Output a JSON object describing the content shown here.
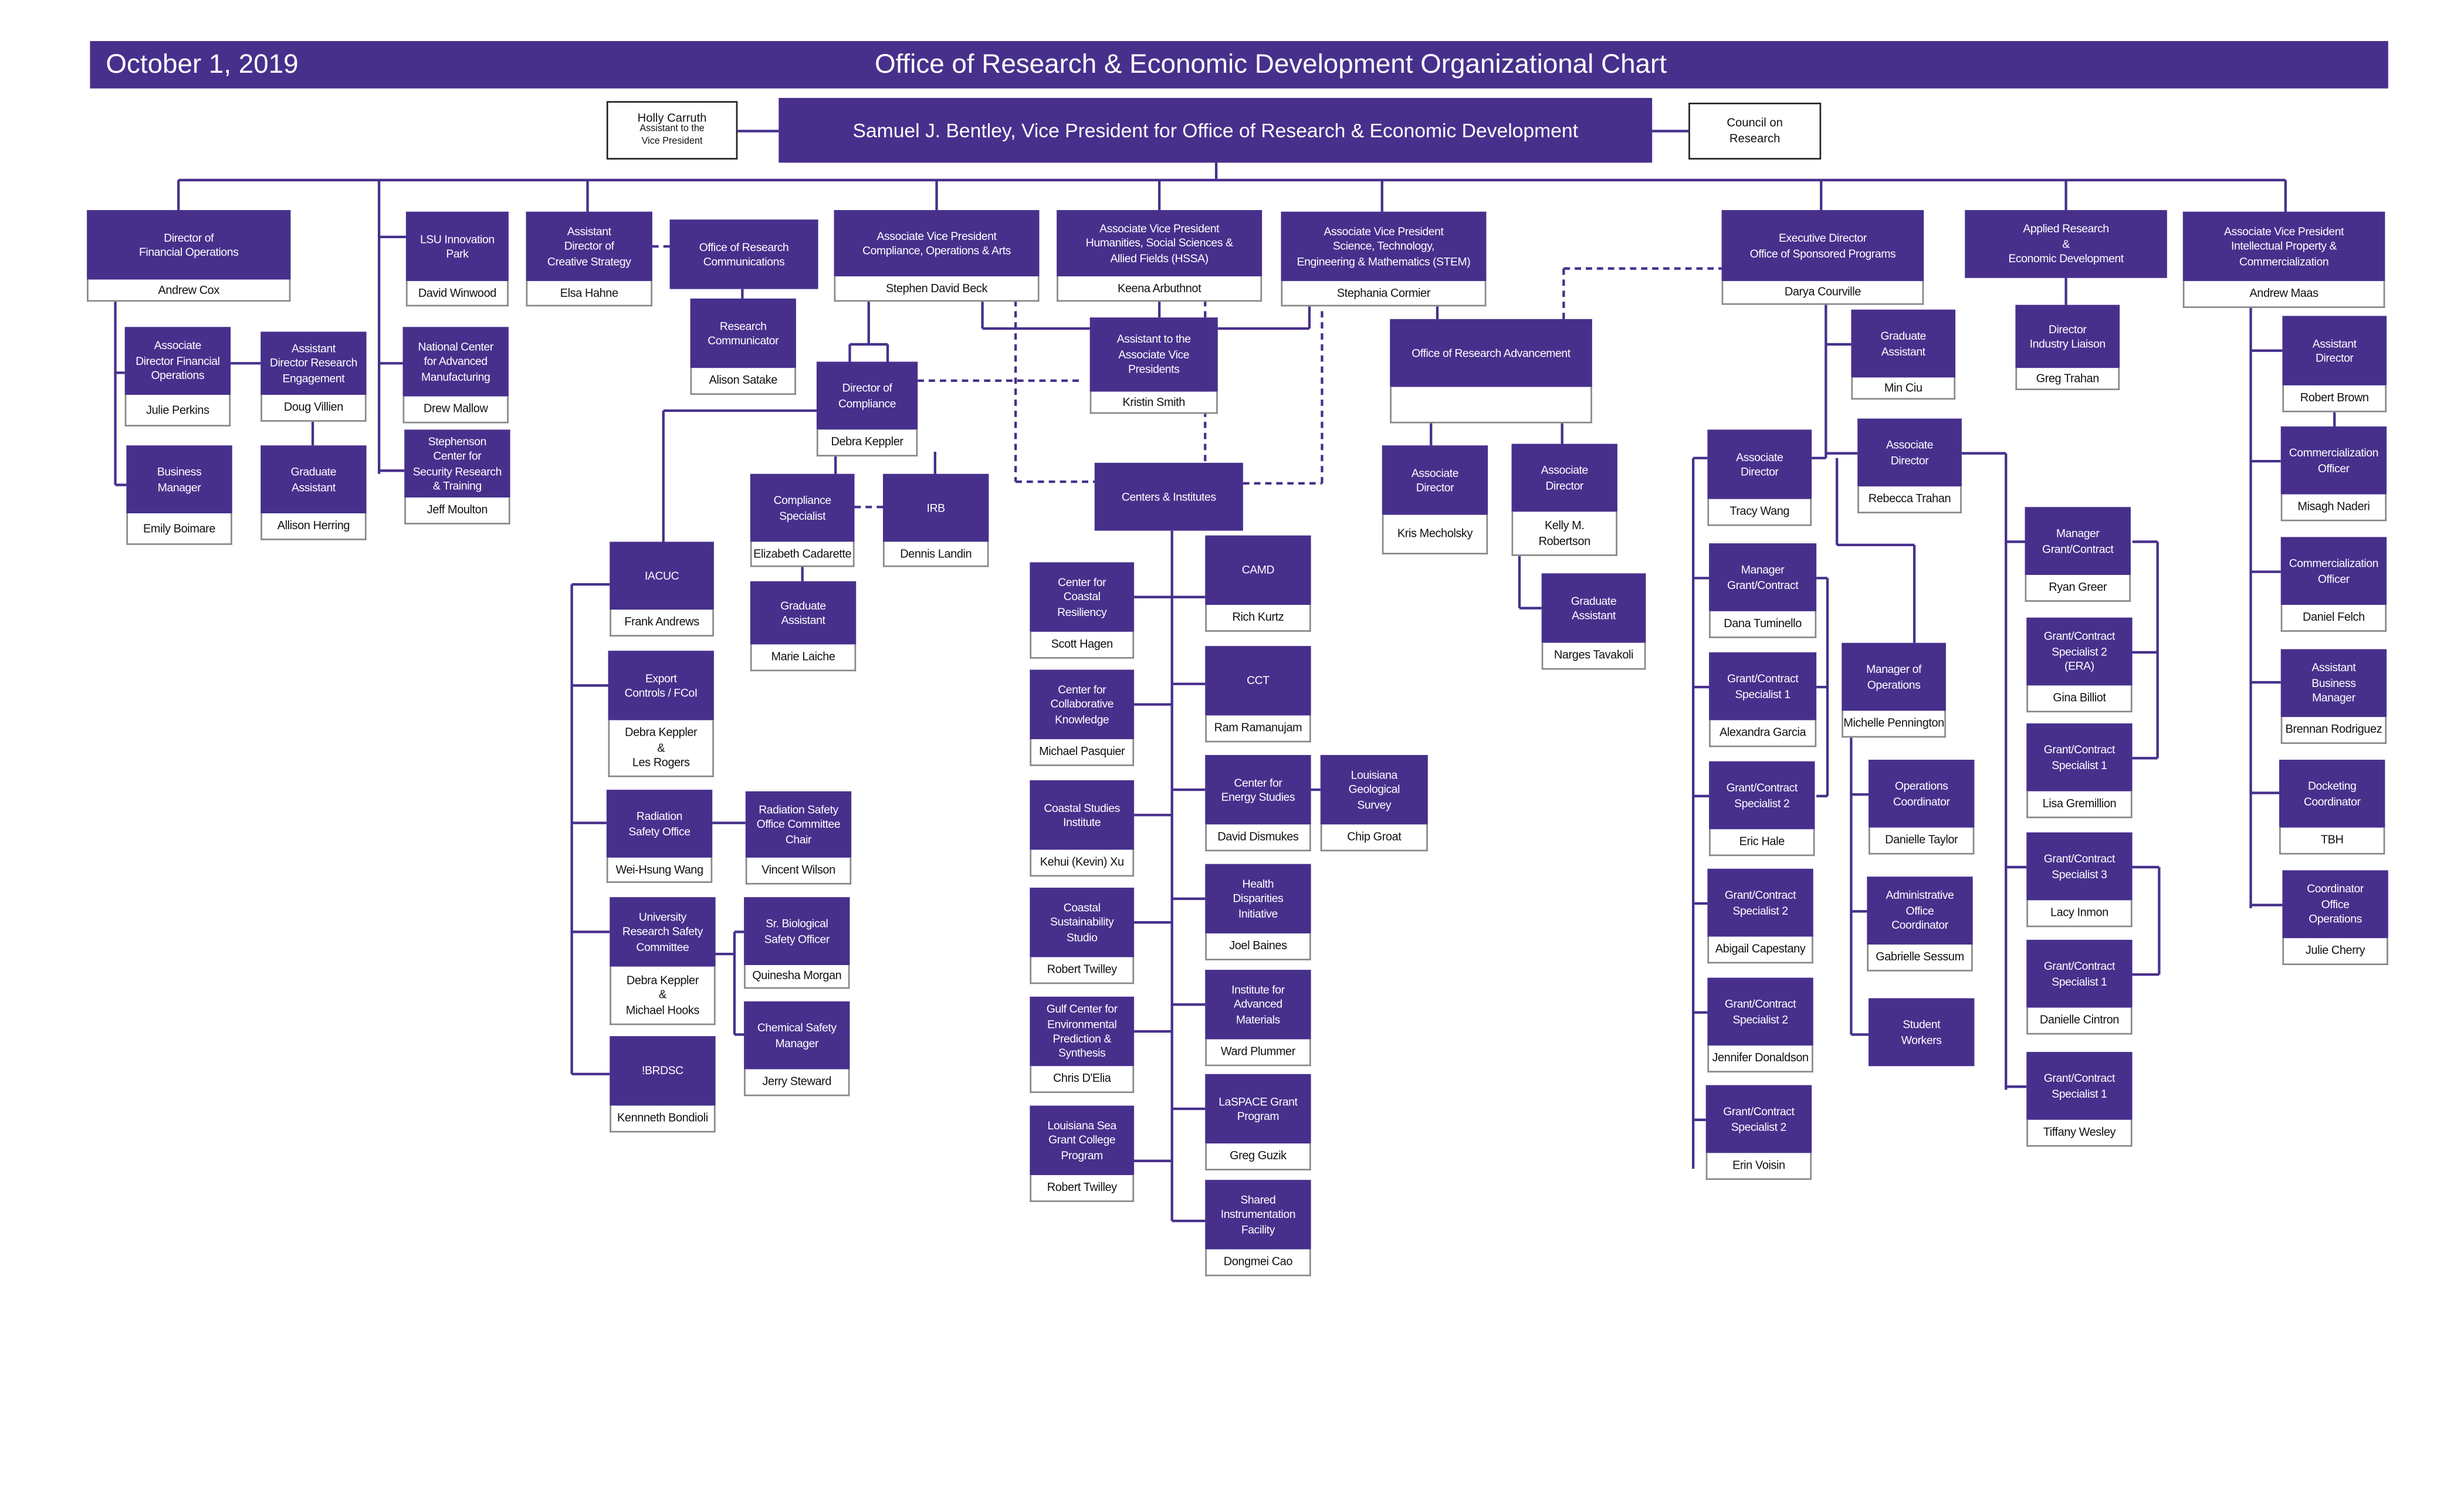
{
  "header": {
    "date": "October 1, 2019",
    "title": "Office of Research & Economic Development Organizational Chart"
  },
  "top": {
    "assistant_name": "Holly Carruth",
    "assistant_role": "Assistant to the\nVice President",
    "vp": "Samuel J. Bentley, Vice President for Office of Research & Economic Development",
    "council": "Council on\nResearch"
  },
  "colors": {
    "primary": "#47308c",
    "line": "#47308c"
  },
  "nodes": {
    "fin": {
      "title": "Director of\nFinancial Operations",
      "name": "Andrew Cox"
    },
    "assocFin": {
      "title": "Associate\nDirector Financial\nOperations",
      "name": "Julie Perkins"
    },
    "asstResEng": {
      "title": "Assistant\nDirector Research\nEngagement",
      "name": "Doug Villien"
    },
    "bizMgr": {
      "title": "Business\nManager",
      "name": "Emily Boimare"
    },
    "grad1": {
      "title": "Graduate\nAssistant",
      "name": "Allison Herring"
    },
    "lsuPark": {
      "title": "LSU Innovation\nPark",
      "name": "David Winwood"
    },
    "ncam": {
      "title": "National Center\nfor Advanced\nManufacturing",
      "name": "Drew Mallow"
    },
    "stephenson": {
      "title": "Stephenson\nCenter for\nSecurity Research\n& Training",
      "name": "Jeff Moulton"
    },
    "creative": {
      "title": "Assistant\nDirector of\nCreative Strategy",
      "name": "Elsa Hahne"
    },
    "orc": {
      "title": "Office of Research\nCommunications"
    },
    "resComm": {
      "title": "Research\nCommunicator",
      "name": "Alison Satake"
    },
    "avpComp": {
      "title": "Associate Vice President\nCompliance,  Operations & Arts",
      "name": "Stephen David Beck"
    },
    "avpHssa": {
      "title": "Associate Vice President\nHumanities, Social Sciences &\nAllied Fields  (HSSA)",
      "name": "Keena Arbuthnot"
    },
    "avpStem": {
      "title": "Associate Vice President\nScience, Technology,\nEngineering & Mathematics (STEM)",
      "name": "Stephania Cormier"
    },
    "asstAvp": {
      "title": "Assistant to the\nAssociate Vice\nPresidents",
      "name": "Kristin Smith"
    },
    "dirComp": {
      "title": "Director of\nCompliance",
      "name": "Debra Keppler"
    },
    "compSpec": {
      "title": "Compliance\nSpecialist",
      "name": "Elizabeth Cadarette"
    },
    "irb": {
      "title": "IRB",
      "name": "Dennis Landin"
    },
    "grad2": {
      "title": "Graduate\nAssistant",
      "name": "Marie Laiche"
    },
    "centers": {
      "title": "Centers & Institutes"
    },
    "iacuc": {
      "title": "IACUC",
      "name": "Frank Andrews"
    },
    "export": {
      "title": "Export\nControls / FCoI",
      "name": "Debra Keppler\n&\nLes Rogers"
    },
    "radSafety": {
      "title": "Radiation\nSafety Office",
      "name": "Wei-Hsung Wang"
    },
    "radChair": {
      "title": "Radiation Safety\nOffice Committee\nChair",
      "name": "Vincent Wilson"
    },
    "univRes": {
      "title": "University\nResearch Safety\nCommittee",
      "name": "Debra Keppler\n&\nMichael Hooks"
    },
    "srBio": {
      "title": "Sr. Biological\nSafety Officer",
      "name": "Quinesha Morgan"
    },
    "chem": {
      "title": "Chemical Safety\nManager",
      "name": "Jerry Steward"
    },
    "brdsc": {
      "title": "!BRDSC",
      "name": "Kennneth Bondioli"
    },
    "coastalRes": {
      "title": "Center for\nCoastal\nResiliency",
      "name": "Scott Hagen"
    },
    "collab": {
      "title": "Center for\nCollaborative\nKnowledge",
      "name": "Michael Pasquier"
    },
    "coastalStudies": {
      "title": "Coastal Studies\nInstitute",
      "name": "Kehui (Kevin) Xu"
    },
    "sustain": {
      "title": "Coastal\nSustainability\nStudio",
      "name": "Robert Twilley"
    },
    "gulf": {
      "title": "Gulf Center for\nEnvironmental\nPrediction &\nSynthesis",
      "name": "Chris D'Elia"
    },
    "seaGrant": {
      "title": "Louisiana Sea\nGrant College\nProgram",
      "name": "Robert Twilley"
    },
    "camd": {
      "title": "CAMD",
      "name": "Rich Kurtz"
    },
    "cct": {
      "title": "CCT",
      "name": "Ram Ramanujam"
    },
    "energy": {
      "title": "Center for\nEnergy Studies",
      "name": "David Dismukes"
    },
    "geo": {
      "title": "Louisiana\nGeological\nSurvey",
      "name": "Chip Groat"
    },
    "health": {
      "title": "Health\nDisparities\nInitiative",
      "name": "Joel Baines"
    },
    "iam": {
      "title": "Institute for\nAdvanced\nMaterials",
      "name": "Ward Plummer"
    },
    "laspace": {
      "title": "LaSPACE Grant\nProgram",
      "name": "Greg Guzik"
    },
    "shared": {
      "title": "Shared\nInstrumentation\nFacility",
      "name": "Dongmei Cao"
    },
    "ora": {
      "title": "Office of Research Advancement",
      "name": ""
    },
    "ad1": {
      "title": "Associate\nDirector",
      "name": "Kris Mecholsky"
    },
    "ad2": {
      "title": "Associate\nDirector",
      "name": "Kelly M.\nRobertson"
    },
    "grad3": {
      "title": "Graduate\nAssistant",
      "name": "Narges Tavakoli"
    },
    "execDir": {
      "title": "Executive Director\nOffice of Sponsored Programs",
      "name": "Darya Courville"
    },
    "grad4": {
      "title": "Graduate\nAssistant",
      "name": "Min Ciu"
    },
    "adTracy": {
      "title": "Associate\nDirector",
      "name": "Tracy Wang"
    },
    "adRebecca": {
      "title": "Associate\nDirector",
      "name": "Rebecca Trahan"
    },
    "mgrDana": {
      "title": "Manager\nGrant/Contract",
      "name": "Dana Tuminello"
    },
    "gcAlex": {
      "title": "Grant/Contract\nSpecialist 1",
      "name": "Alexandra Garcia"
    },
    "gcEric": {
      "title": "Grant/Contract\nSpecialist 2",
      "name": "Eric Hale"
    },
    "gcAbigail": {
      "title": "Grant/Contract\nSpecialist 2",
      "name": "Abigail Capestany"
    },
    "gcJennifer": {
      "title": "Grant/Contract\nSpecialist 2",
      "name": "Jennifer Donaldson"
    },
    "gcErin": {
      "title": "Grant/Contract\nSpecialist 2",
      "name": "Erin Voisin"
    },
    "mgrOps": {
      "title": "Manager of\nOperations",
      "name": "Michelle Pennington"
    },
    "opsCoord": {
      "title": "Operations\nCoordinator",
      "name": "Danielle Taylor"
    },
    "adminCoord": {
      "title": "Administrative\nOffice\nCoordinator",
      "name": "Gabrielle Sessum"
    },
    "students": {
      "title": "Student\nWorkers"
    },
    "mgrRyan": {
      "title": "Manager\nGrant/Contract",
      "name": "Ryan Greer"
    },
    "gcGina": {
      "title": "Grant/Contract\nSpecialist  2\n(ERA)",
      "name": "Gina Billiot"
    },
    "gcLisa": {
      "title": "Grant/Contract\nSpecialist 1",
      "name": "Lisa Gremillion"
    },
    "gcLacy": {
      "title": "Grant/Contract\nSpecialist 3",
      "name": "Lacy Inmon"
    },
    "gcDanielle": {
      "title": "Grant/Contract\nSpecialist 1",
      "name": "Danielle Cintron"
    },
    "gcTiffany": {
      "title": "Grant/Contract\nSpecialist 1",
      "name": "Tiffany Wesley"
    },
    "applied": {
      "title": "Applied Research\n&\nEconomic Development"
    },
    "industry": {
      "title": "Director\nIndustry Liaison",
      "name": "Greg Trahan"
    },
    "avpIp": {
      "title": "Associate Vice President\nIntellectual Property &\nCommercialization",
      "name": "Andrew Maas"
    },
    "asstDir": {
      "title": "Assistant\nDirector",
      "name": "Robert Brown"
    },
    "comm1": {
      "title": "Commercialization\nOfficer",
      "name": "Misagh Naderi"
    },
    "comm2": {
      "title": "Commercialization\nOfficer",
      "name": "Daniel Felch"
    },
    "asstBiz": {
      "title": "Assistant\nBusiness\nManager",
      "name": "Brennan Rodriguez"
    },
    "docketing": {
      "title": "Docketing\nCoordinator",
      "name": "TBH"
    },
    "coordOps": {
      "title": "Coordinator\nOffice\nOperations",
      "name": "Julie Cherry"
    }
  }
}
